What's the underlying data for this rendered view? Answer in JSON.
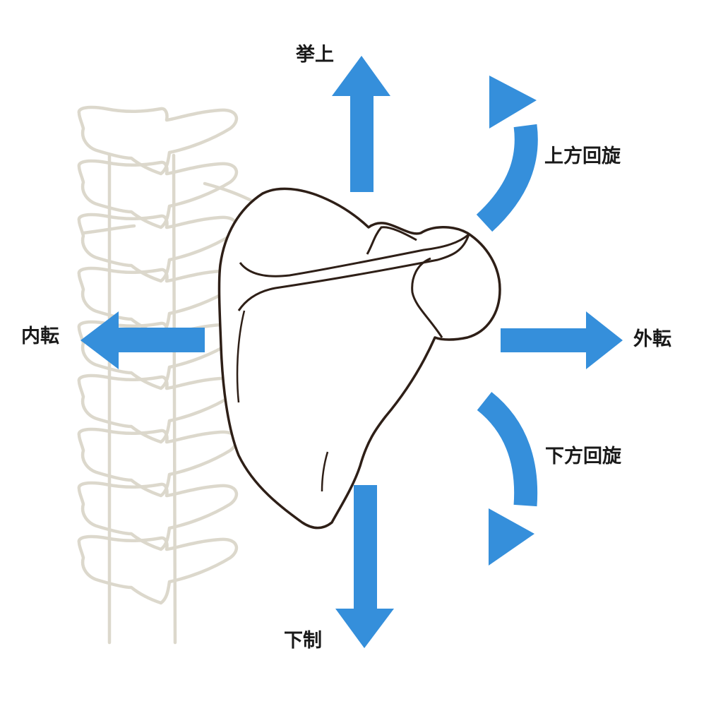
{
  "labels": {
    "elevation": "挙上",
    "upward_rotation": "上方回旋",
    "retraction": "内転",
    "protraction": "外転",
    "downward_rotation": "下方回旋",
    "depression": "下制"
  },
  "colors": {
    "arrow": "#358fdb",
    "bone_outline": "#2e1f17",
    "spine_outline": "#dcd8cc",
    "background": "#ffffff"
  }
}
